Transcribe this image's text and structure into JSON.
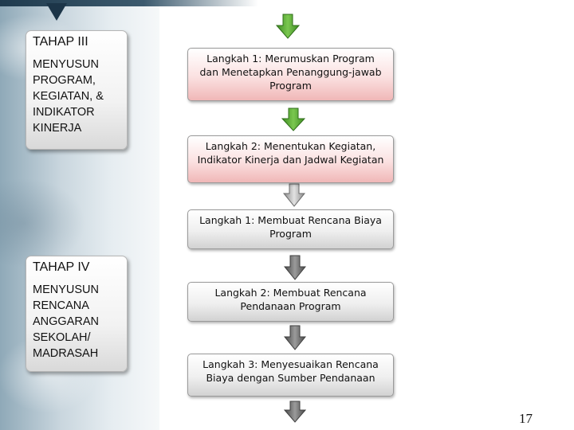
{
  "stages": [
    {
      "title": "TAHAP III",
      "description": "MENYUSUN\nPROGRAM,\nKEGIATAN, &\nINDIKATOR\nKINERJA"
    },
    {
      "title": "TAHAP IV",
      "description": "MENYUSUN\nRENCANA\nANGGARAN\nSEKOLAH/\nMADRASAH"
    }
  ],
  "steps": [
    {
      "text": "Langkah 1: Merumuskan Program dan Menetapkan Penanggung-jawab Program"
    },
    {
      "text": "Langkah 2: Menentukan Kegiatan, Indikator Kinerja  dan Jadwal Kegiatan"
    },
    {
      "text": "Langkah 1: Membuat Rencana Biaya Program"
    },
    {
      "text": "Langkah 2: Membuat Rencana Pendanaan Program"
    },
    {
      "text": "Langkah 3: Menyesuaikan Rencana Biaya dengan Sumber Pendanaan"
    }
  ],
  "colors": {
    "green_arrow": "#5aa83a",
    "gray_arrow": "#6e6e6e",
    "pink_box": "#f0b7b7",
    "gray_box": "#d2d2d2"
  },
  "page_number": "17"
}
